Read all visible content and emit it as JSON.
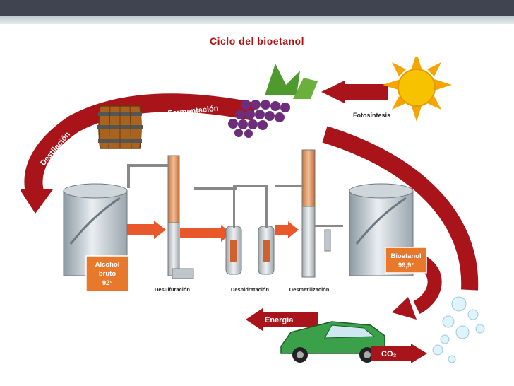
{
  "title": "Ciclo del bioetanol",
  "stages": {
    "fotosintesis": "Fotosíntesis",
    "fermentacion": "Fermentación",
    "destilacion": "Destilación",
    "energia": "Energía",
    "co2": "CO₂"
  },
  "boxes": {
    "alcohol": [
      "Alcohol",
      "bruto",
      "92°"
    ],
    "bioetanol": [
      "Bioetanol",
      "99,9°"
    ]
  },
  "processes": {
    "desulfuracion": "Desulfuración",
    "deshidratacion": "Deshidratación",
    "desmetilizacion": "Desmetilización"
  },
  "colors": {
    "title": "#b01010",
    "cycle_arrow": "#a8141a",
    "process_arrow": "#e8582a",
    "label_box": "#e8782a",
    "sun": "#f5b400",
    "car": "#3aa14a"
  }
}
